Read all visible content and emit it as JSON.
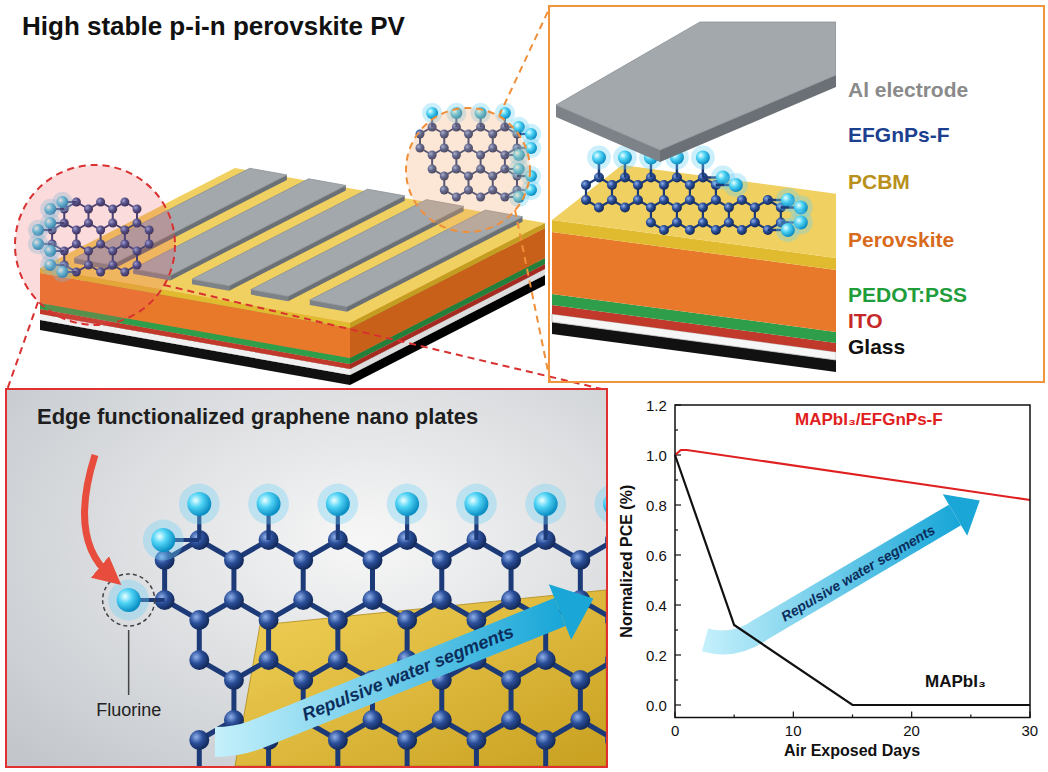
{
  "diagram": {
    "title": "High stable p-i-n perovskite PV",
    "nodes": [
      {
        "text": [
          "Al electrode",
          "EFGnPs-F",
          "PCBM",
          "Perovskite",
          "PEDOT:PSS",
          "ITO",
          "Glass"
        ]
      },
      {
        "text": [
          "Edge functionalized graphene nano plates",
          "Fluorine",
          "Repulsive water segments"
        ]
      }
    ],
    "labels": [
      "1.2",
      "1.0",
      "0.8",
      "0.6",
      "0.4",
      "0.2",
      "0.0",
      "0",
      "10",
      "20",
      "30",
      "Normalized PCE (%)",
      "Air Exposed Days",
      "MAPbI₃/EFGnPs-F",
      "MAPbI₃",
      "Repulsive water segments"
    ]
  }
}
